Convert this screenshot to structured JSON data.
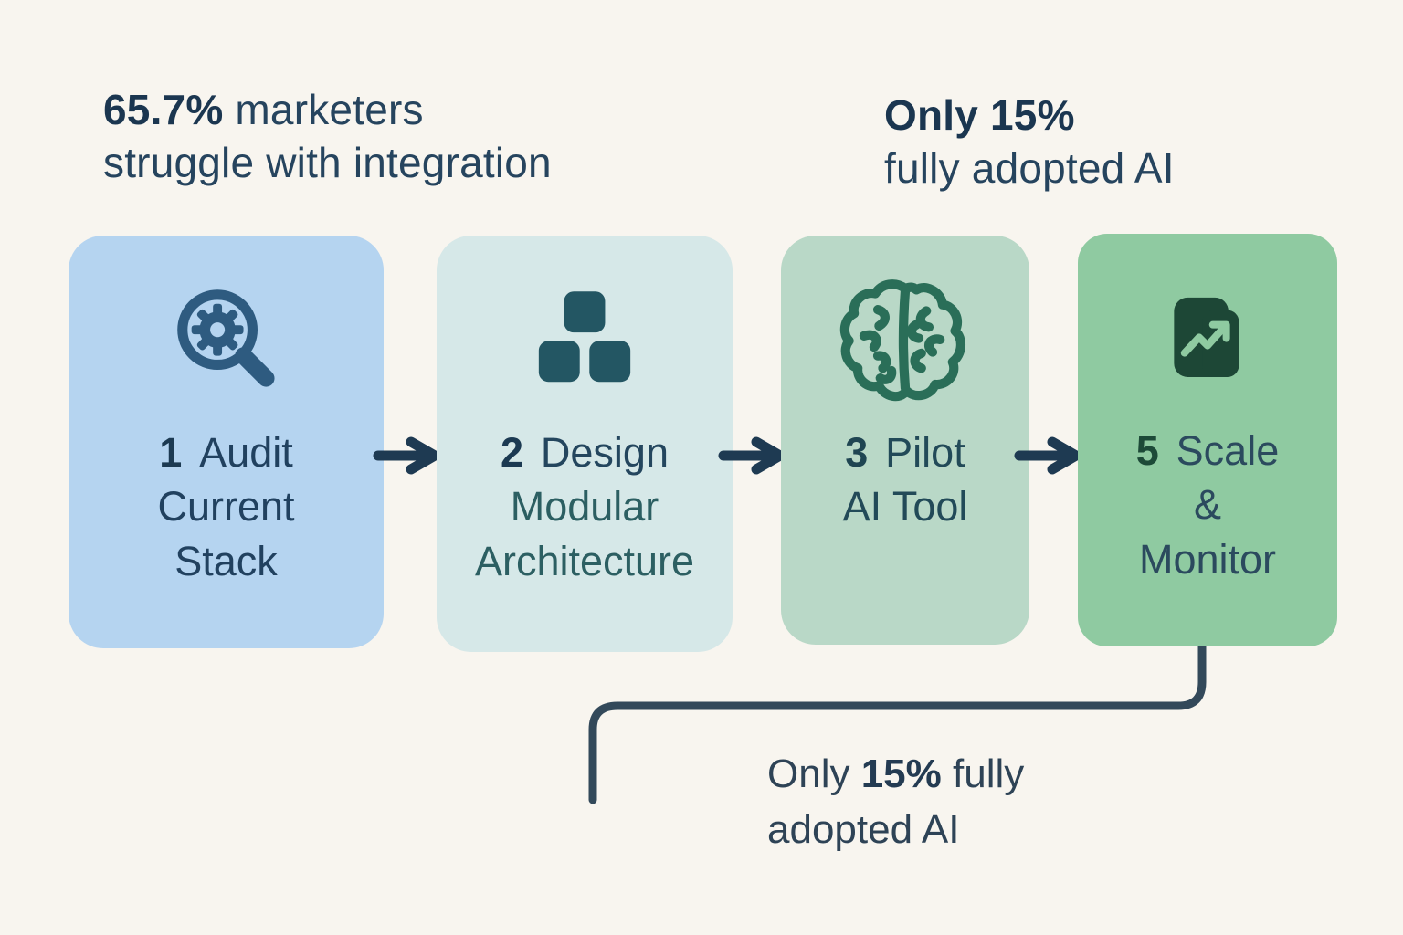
{
  "annotations": {
    "top_left": {
      "bold": "65.7%",
      "rest": " marketers",
      "line2": "struggle with integration"
    },
    "top_right": {
      "bold": "Only 15%",
      "line2": "fully adopted AI"
    },
    "bottom": {
      "pre": "Only ",
      "bold": "15%",
      "post": " fully",
      "line2": "adopted AI"
    }
  },
  "steps": [
    {
      "number": "1",
      "line1": "Audit",
      "line2": "Current",
      "line3": "Stack",
      "icon": "magnifier-gear-icon",
      "bg": "#b5d4f0"
    },
    {
      "number": "2",
      "line1": "Design",
      "line2": "Modular",
      "line3": "Architecture",
      "icon": "modular-blocks-icon",
      "bg": "#d6e8e8"
    },
    {
      "number": "3",
      "line1": "Pilot",
      "line2": "AI Tool",
      "icon": "brain-icon",
      "bg": "#b9d8c7"
    },
    {
      "number": "5",
      "line1": "Scale",
      "line2": "&",
      "line3": "Monitor",
      "icon": "report-growth-icon",
      "bg": "#8fcaa1"
    }
  ],
  "colors": {
    "background": "#f8f5ef",
    "text_navy": "#26445e",
    "text_teal": "#2c5f62",
    "arrow": "#1e3a52",
    "connector": "#33495a",
    "icon_blue": "#2e5b80",
    "icon_teal": "#235663",
    "icon_green": "#2a6e58",
    "icon_dark_green": "#1d4736"
  }
}
